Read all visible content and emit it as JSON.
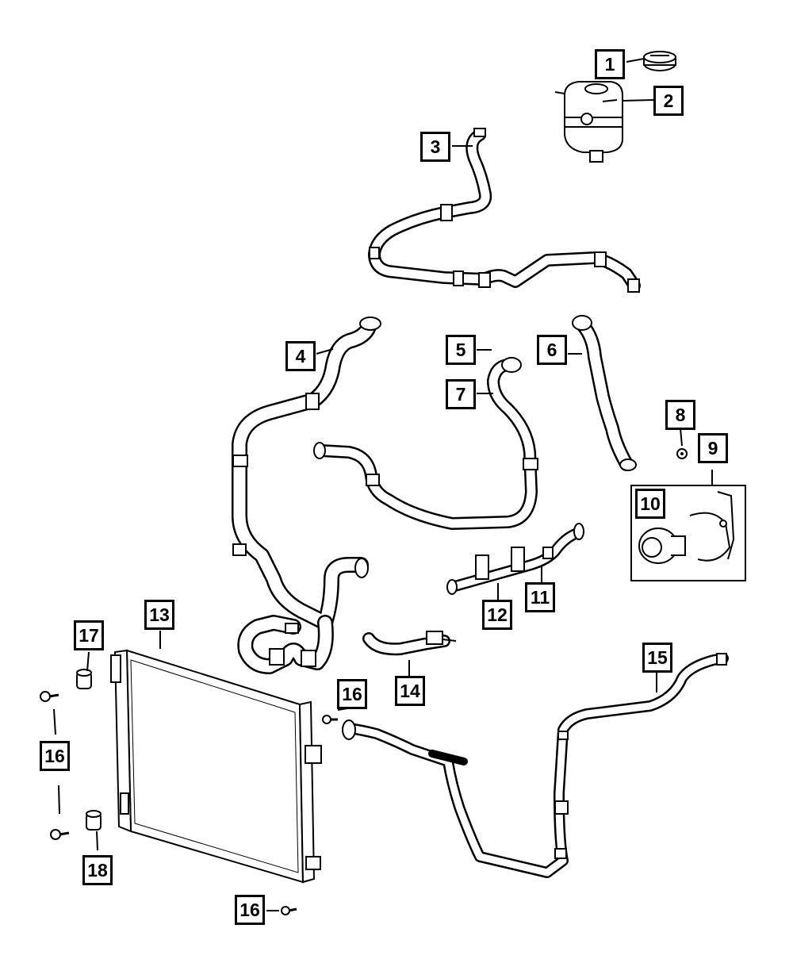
{
  "callouts": [
    {
      "key": "c1",
      "label": "1"
    },
    {
      "key": "c2",
      "label": "2"
    },
    {
      "key": "c3",
      "label": "3"
    },
    {
      "key": "c4",
      "label": "4"
    },
    {
      "key": "c5",
      "label": "5"
    },
    {
      "key": "c6",
      "label": "6"
    },
    {
      "key": "c7",
      "label": "7"
    },
    {
      "key": "c8",
      "label": "8"
    },
    {
      "key": "c9",
      "label": "9"
    },
    {
      "key": "c10",
      "label": "10"
    },
    {
      "key": "c11",
      "label": "11"
    },
    {
      "key": "c12",
      "label": "12"
    },
    {
      "key": "c13",
      "label": "13"
    },
    {
      "key": "c14",
      "label": "14"
    },
    {
      "key": "c15",
      "label": "15"
    },
    {
      "key": "c16a",
      "label": "16"
    },
    {
      "key": "c16b",
      "label": "16"
    },
    {
      "key": "c16c",
      "label": "16"
    },
    {
      "key": "c17",
      "label": "17"
    },
    {
      "key": "c18",
      "label": "18"
    }
  ]
}
